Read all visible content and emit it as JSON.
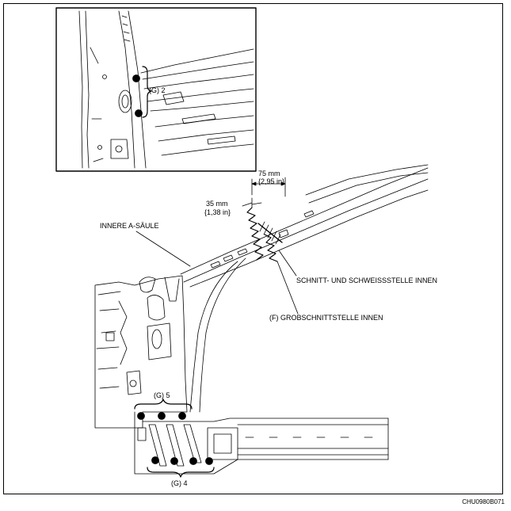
{
  "labels": {
    "inset_g2": "(G) 2",
    "dim_75_mm": "75 mm",
    "dim_75_in": "{2,95 in}",
    "dim_35_mm": "35 mm",
    "dim_35_in": "{1,38 in}",
    "inner_a_pillar": "INNERE A-SÄULE",
    "cut_weld_inner": "SCHNITT- UND SCHWEISSSTELLE INNEN",
    "rough_cut_inner": "(F) GROBSCHNITTSTELLE INNEN",
    "g5": "(G) 5",
    "g4": "(G) 4"
  },
  "figure_code": "CHU0980B071",
  "colors": {
    "line": "#000000",
    "background": "#ffffff"
  }
}
